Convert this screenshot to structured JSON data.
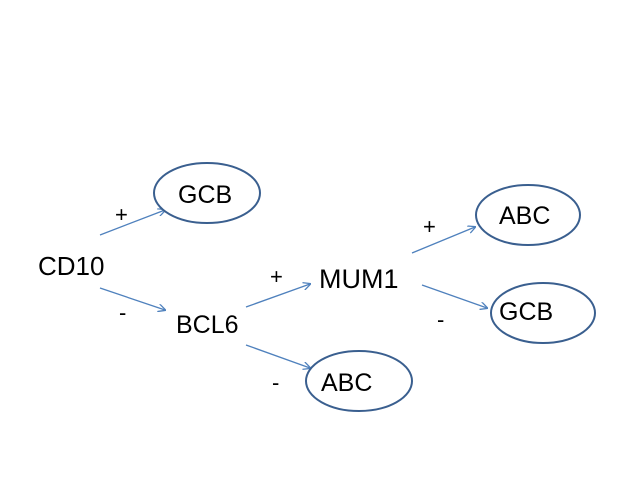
{
  "colors": {
    "ellipse_stroke": "#3a5f8f",
    "arrow": "#4f81bd",
    "text": "#000000"
  },
  "nodes": {
    "cd10": "CD10",
    "bcl6": "BCL6",
    "mum1": "MUM1"
  },
  "outcomes": {
    "cd10_positive": "GCB",
    "bcl6_negative": "ABC",
    "mum1_positive": "ABC",
    "mum1_negative": "GCB"
  },
  "edge_labels": {
    "cd10_to_gcb": "+",
    "cd10_to_bcl6": "-",
    "bcl6_to_mum1": "+",
    "bcl6_to_abc": "-",
    "mum1_to_abc": "+",
    "mum1_to_gcb": "-"
  }
}
